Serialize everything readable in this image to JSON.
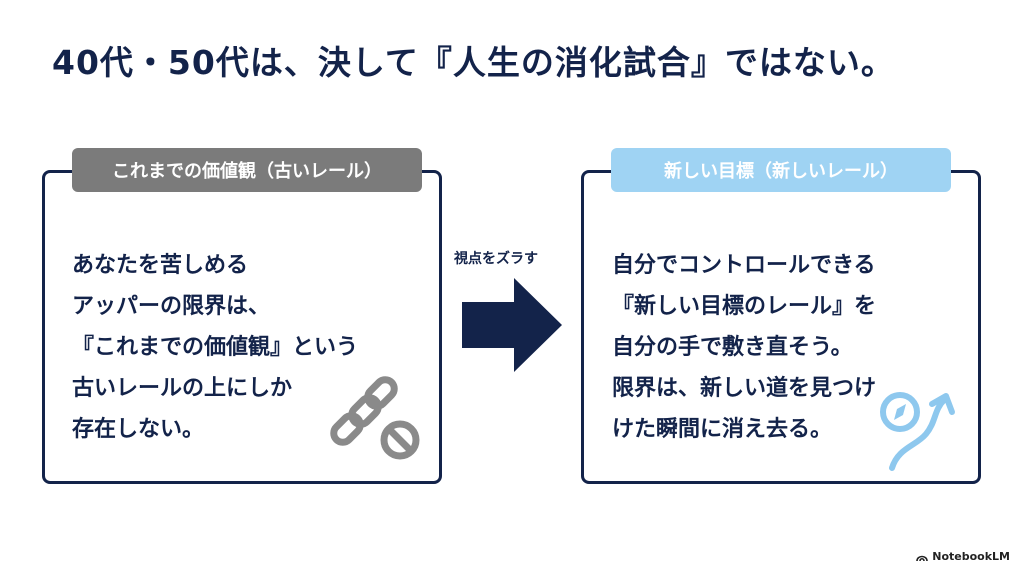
{
  "title": "40代・50代は、決して『人生の消化試合』ではない。",
  "left_card": {
    "tab_label": "これまでの価値観（古いレール）",
    "lines": [
      "あなたを苦しめる",
      "アッパーの限界は、",
      "『これまでの価値観』という",
      "古いレールの上にしか",
      "存在しない。"
    ],
    "icon": "broken-chain-icon"
  },
  "arrow": {
    "label": "視点をズラす",
    "icon": "right-arrow-icon"
  },
  "right_card": {
    "tab_label": "新しい目標（新しいレール）",
    "lines": [
      "自分でコントロールできる",
      "『新しい目標のレール』を",
      "自分の手で敷き直そう。",
      "限界は、新しい道を見つけ",
      "けた瞬間に消え去る。"
    ],
    "icon": "compass-path-icon"
  },
  "brand": "NotebookLM",
  "colors": {
    "navy": "#13234a",
    "gray_tab": "#7b7b7b",
    "blue_tab": "#9fd3f3",
    "blue_icon": "#8ec8ee",
    "gray_icon": "#8a8a8a"
  }
}
